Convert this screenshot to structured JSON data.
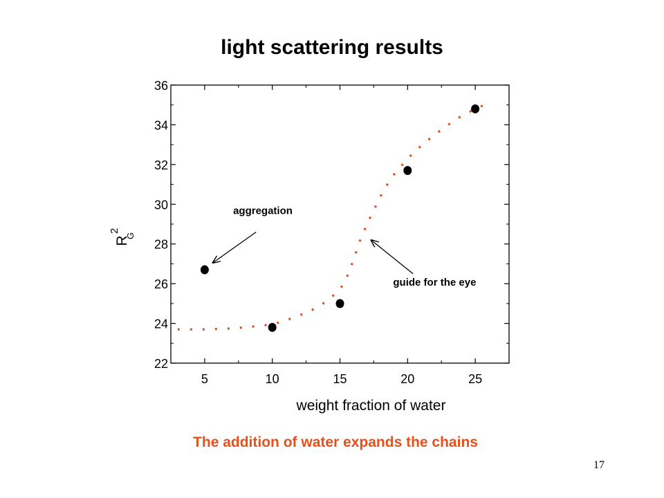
{
  "slide": {
    "caption": "The addition of water expands the chains",
    "caption_color": "#e8501a",
    "page_number": "17"
  },
  "chart_data": {
    "type": "scatter",
    "title": "light scattering results",
    "xlabel": "weight fraction of water",
    "ylabel": {
      "base": "R",
      "sub": "G",
      "sup": "2"
    },
    "xlim": [
      2.5,
      27.5
    ],
    "ylim": [
      22,
      36
    ],
    "xticks": [
      5,
      10,
      15,
      20,
      25
    ],
    "yticks": [
      22,
      24,
      26,
      28,
      30,
      32,
      34,
      36
    ],
    "series": [
      {
        "x": [
          5,
          10,
          15,
          20,
          25
        ],
        "y": [
          26.7,
          23.8,
          25.0,
          31.7,
          34.8
        ],
        "color": "#000000",
        "marker": "circle"
      }
    ],
    "guide_curve": {
      "x": [
        3.0,
        4.0,
        5.0,
        6.0,
        7.0,
        8.0,
        9.0,
        10.0,
        11.0,
        12.0,
        13.0,
        14.0,
        15.0,
        15.5,
        16.0,
        16.5,
        17.0,
        17.5,
        18.0,
        18.5,
        19.0,
        19.5,
        20.0,
        21.0,
        22.0,
        23.0,
        24.0,
        25.0,
        26.0
      ],
      "y": [
        23.7,
        23.7,
        23.7,
        23.72,
        23.75,
        23.8,
        23.87,
        23.95,
        24.15,
        24.4,
        24.7,
        25.1,
        25.7,
        26.3,
        27.2,
        28.2,
        29.0,
        29.7,
        30.4,
        31.0,
        31.5,
        31.9,
        32.3,
        32.95,
        33.5,
        34.0,
        34.45,
        34.8,
        35.1
      ],
      "color": "#e0501e",
      "style": "dotted"
    },
    "annotations": [
      {
        "text": "aggregation",
        "text_x": 9.3,
        "text_y": 29.5,
        "arrow_from": [
          8.8,
          28.6
        ],
        "arrow_to": [
          5.6,
          27.05
        ]
      },
      {
        "text": "guide for the eye",
        "text_x": 22.0,
        "text_y": 25.9,
        "arrow_from": [
          20.4,
          26.5
        ],
        "arrow_to": [
          17.3,
          28.2
        ]
      }
    ],
    "grid": false,
    "legend": "none",
    "axis_box": true
  }
}
